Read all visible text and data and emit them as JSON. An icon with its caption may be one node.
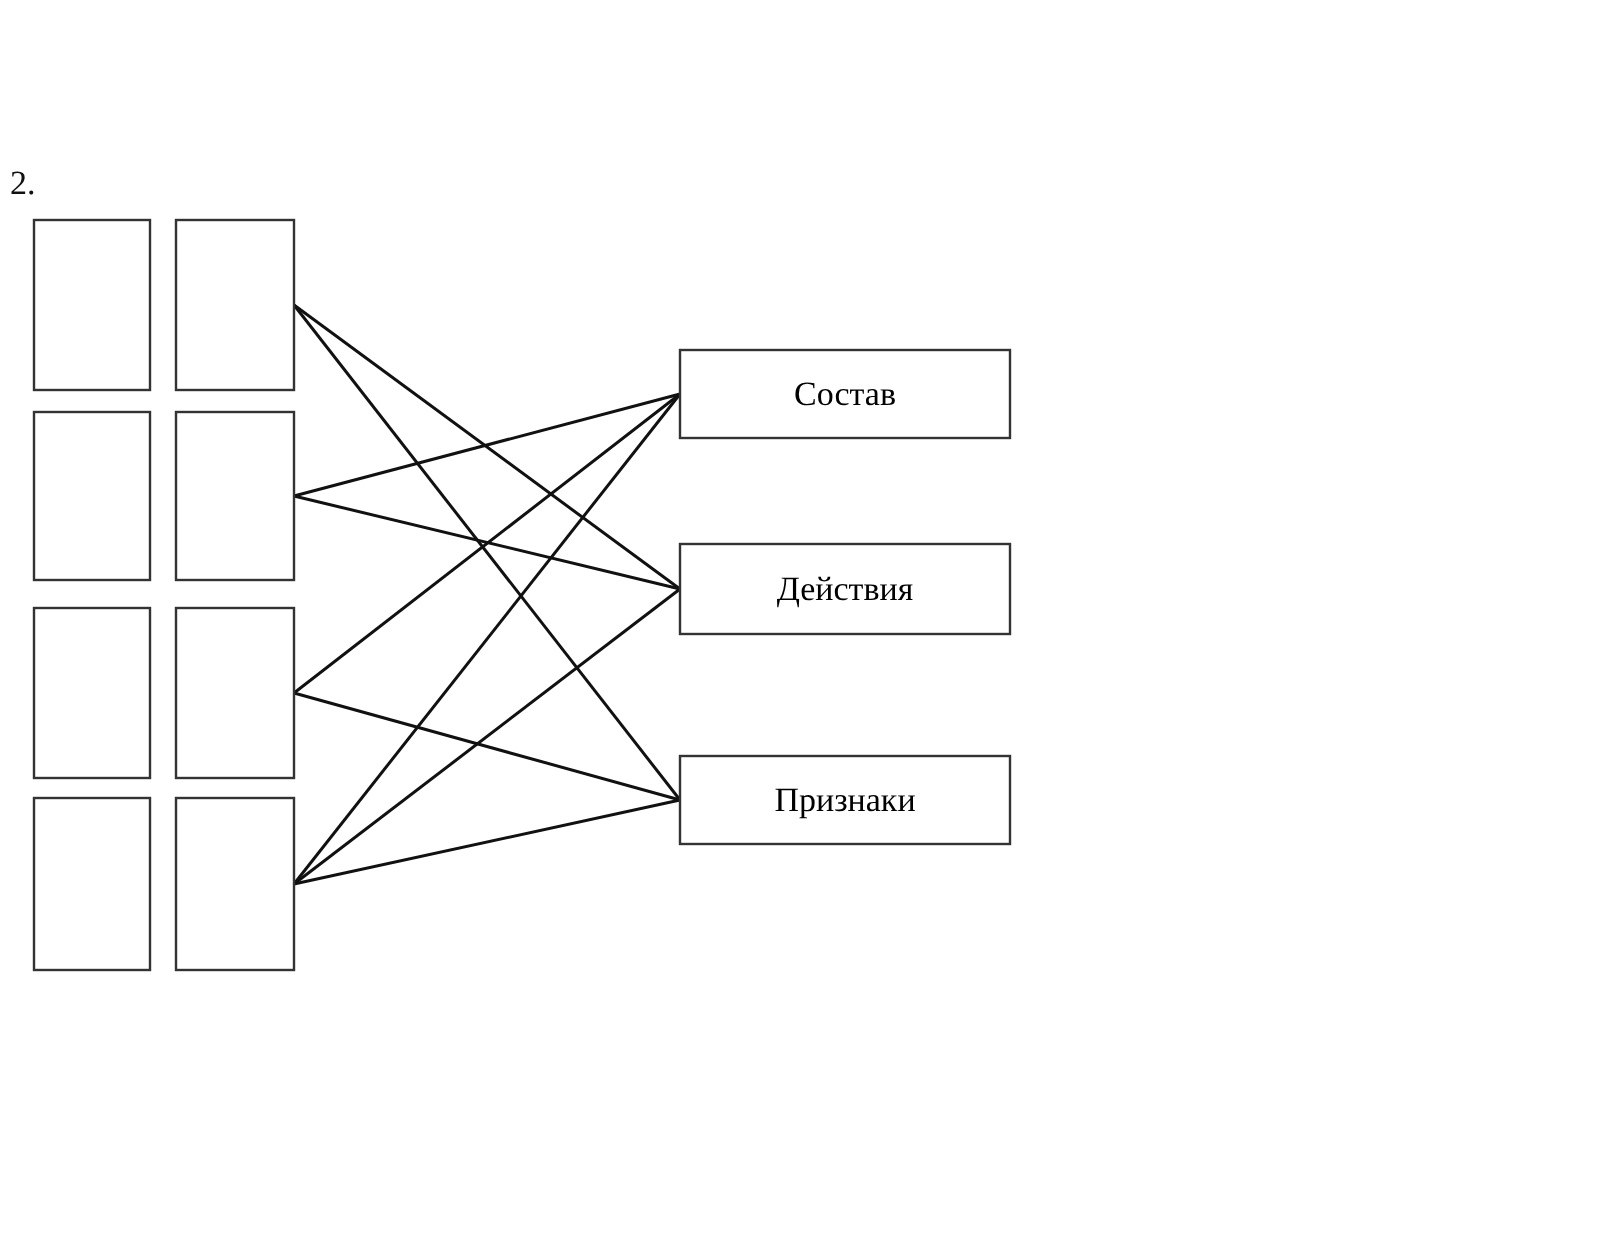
{
  "diagram": {
    "nodes": [
      {
        "text": [],
        "shape": "box"
      },
      {
        "text": [],
        "shape": "box"
      },
      {
        "text": [],
        "shape": "box"
      },
      {
        "text": [],
        "shape": "box"
      },
      {
        "text": [],
        "shape": "box"
      },
      {
        "text": [],
        "shape": "box"
      },
      {
        "text": [],
        "shape": "box"
      },
      {
        "text": [],
        "shape": "box"
      },
      {
        "text": [
          "Состав"
        ]
      },
      {
        "text": [
          "Действия"
        ]
      },
      {
        "text": [
          "Признаки"
        ]
      }
    ],
    "edges": [
      {
        "from": 1,
        "to": 9,
        "arrow": "none"
      },
      {
        "from": 1,
        "to": 10,
        "arrow": "none"
      },
      {
        "from": 3,
        "to": 8,
        "arrow": "none"
      },
      {
        "from": 3,
        "to": 9,
        "arrow": "none"
      },
      {
        "from": 5,
        "to": 8,
        "arrow": "none"
      },
      {
        "from": 5,
        "to": 10,
        "arrow": "none"
      },
      {
        "from": 7,
        "to": 8,
        "arrow": "none"
      },
      {
        "from": 7,
        "to": 9,
        "arrow": "none"
      },
      {
        "from": 7,
        "to": 10,
        "arrow": "none"
      }
    ],
    "labels": [
      "2."
    ]
  }
}
